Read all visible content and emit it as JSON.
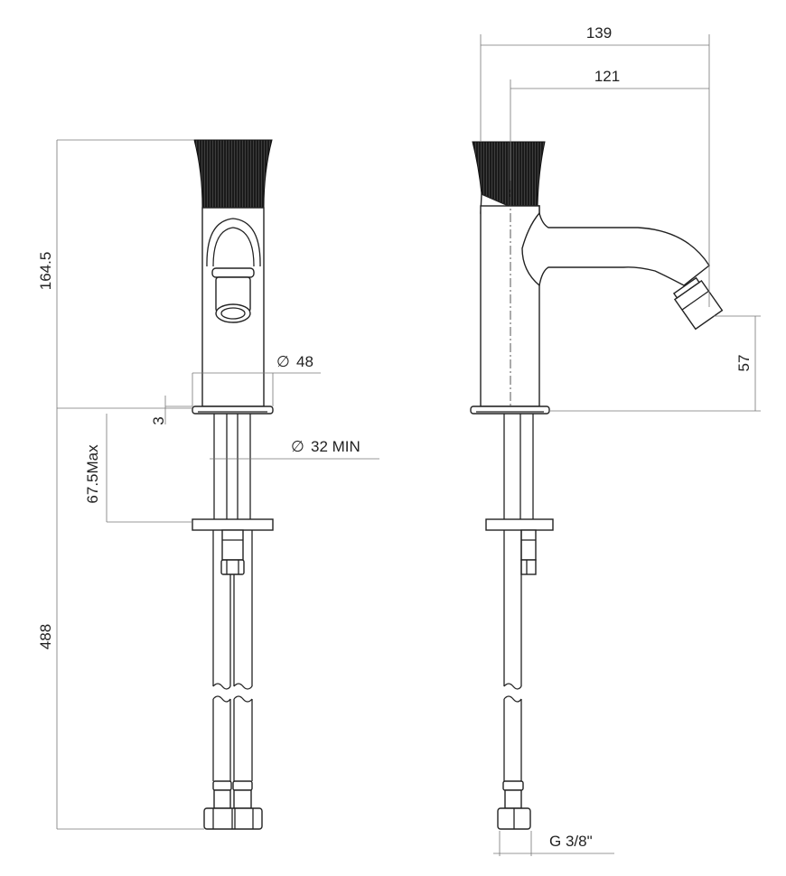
{
  "drawing": {
    "dimensions": {
      "overall_height": "164.5",
      "base_diameter": "48",
      "base_diameter_symbol": "∅",
      "plate_thickness": "3",
      "hole_diameter": "32 MIN",
      "hole_diameter_symbol": "∅",
      "deck_thickness": "67.5Max",
      "hose_length": "488",
      "total_projection": "139",
      "spout_projection": "121",
      "spout_height": "57",
      "connection": "G 3/8\""
    },
    "colors": {
      "line": "#222222",
      "handle": "#1a1a1a",
      "dimension": "#777777"
    }
  }
}
